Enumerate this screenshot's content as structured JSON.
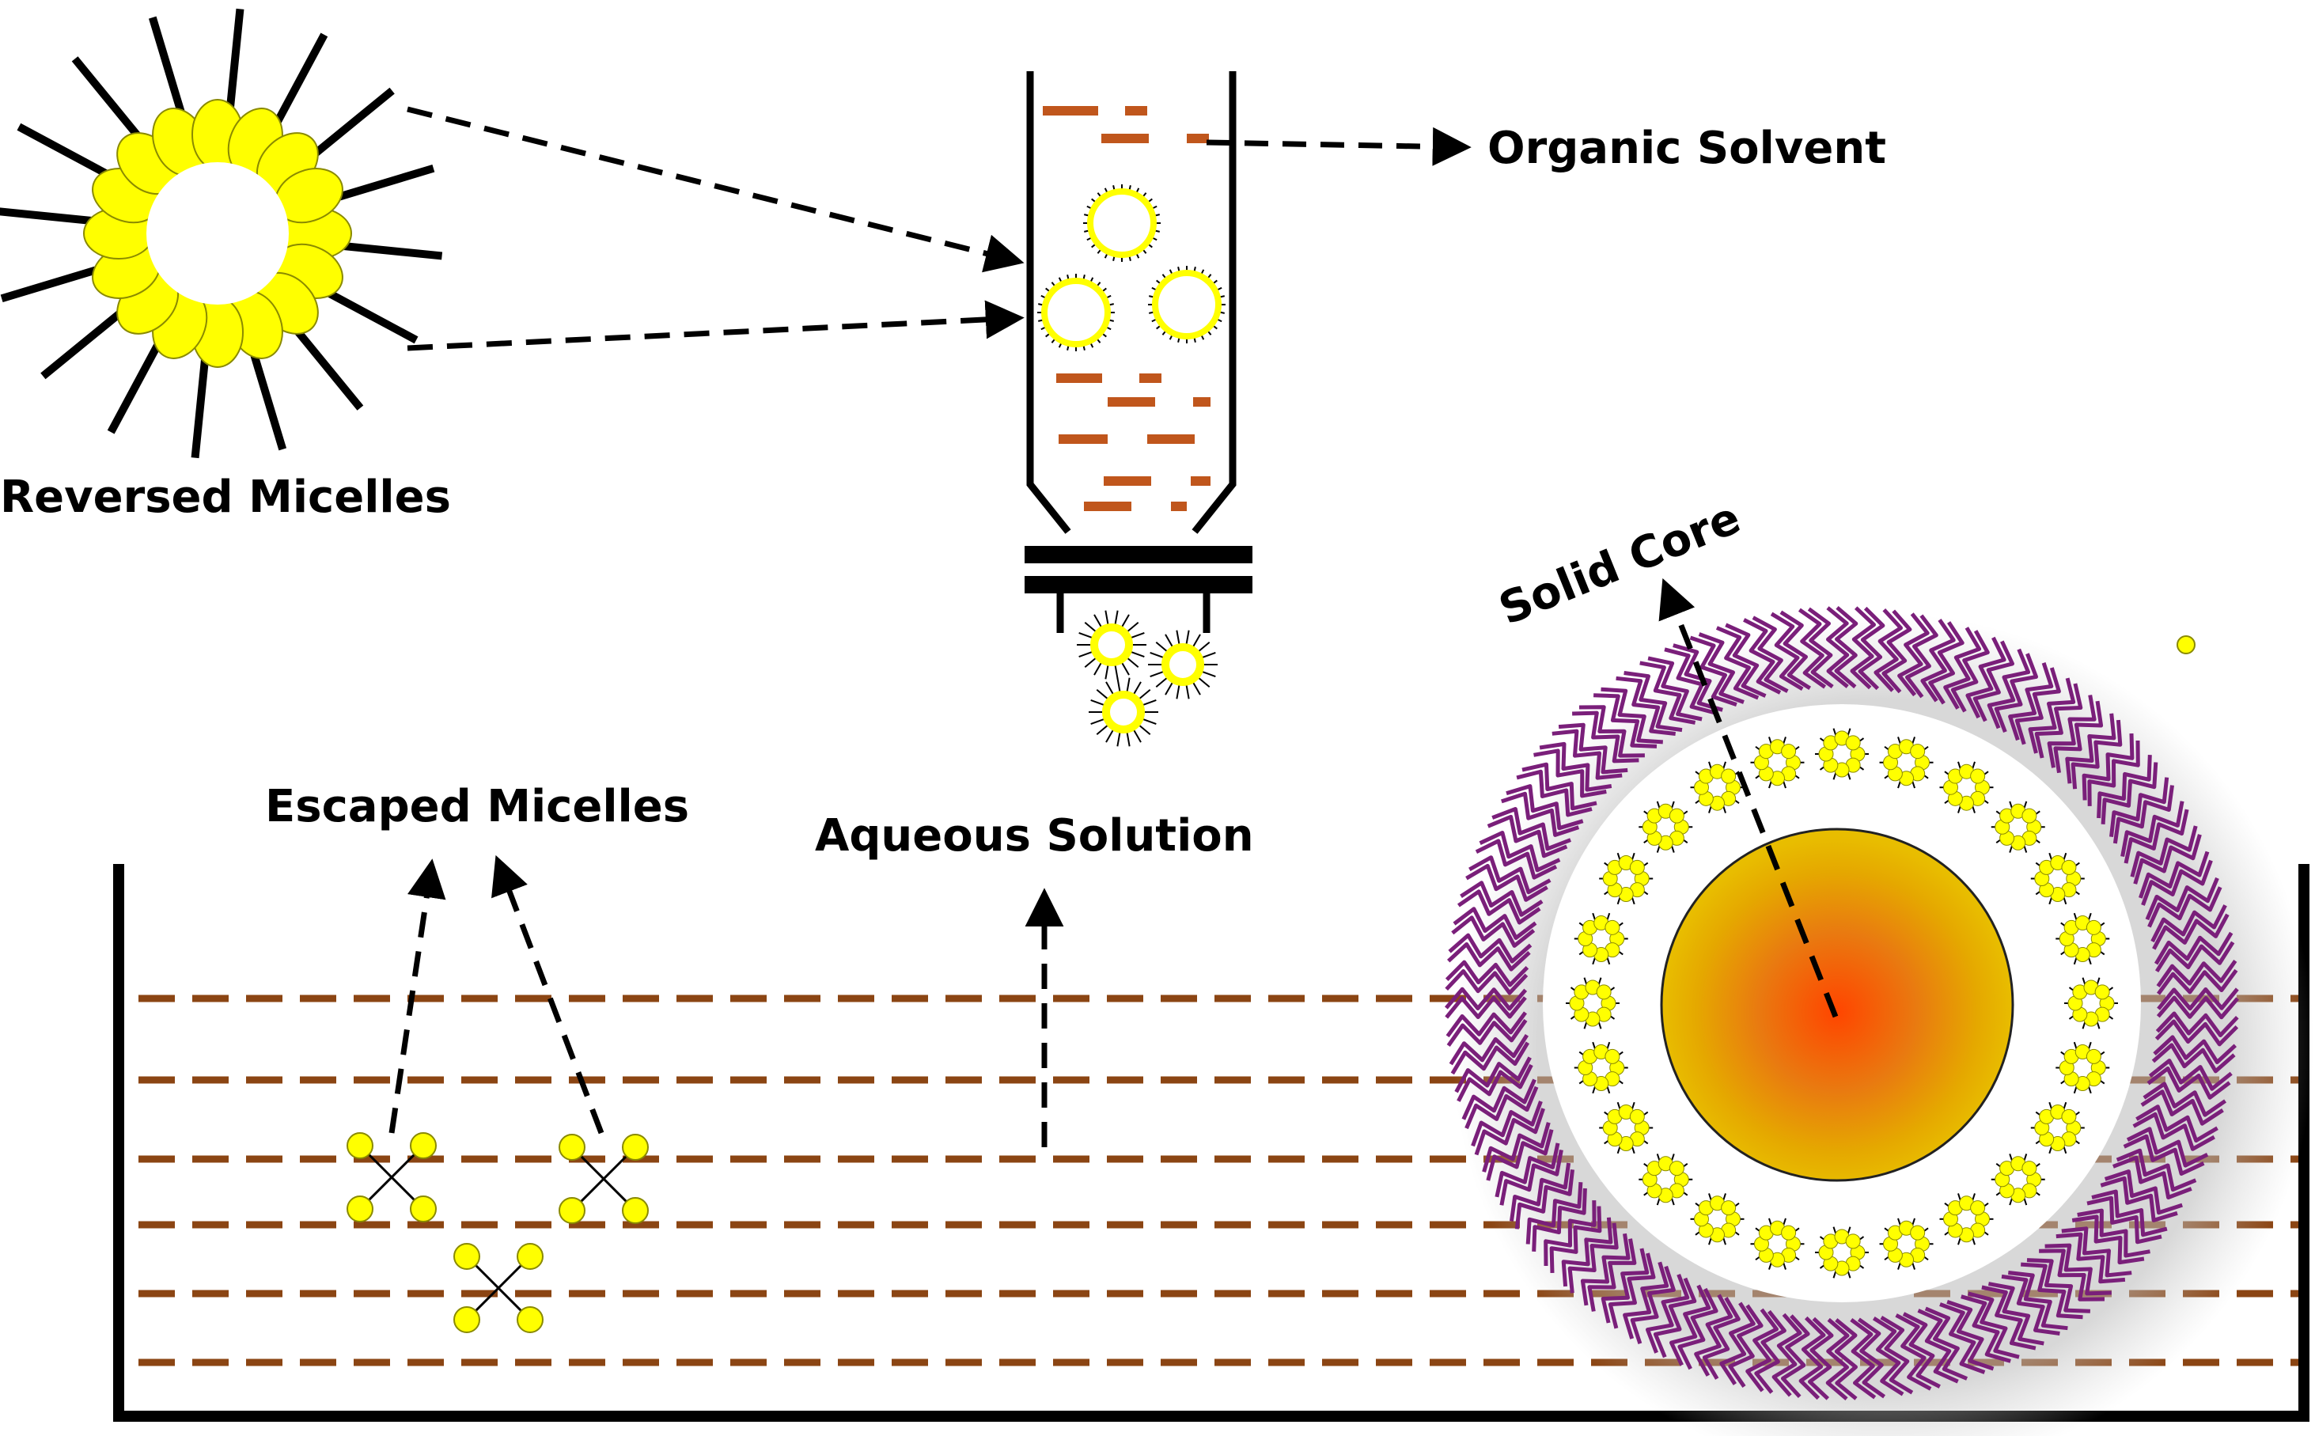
{
  "labels": {
    "reversed_micelles": "Reversed Micelles",
    "organic_solvent": "Organic Solvent",
    "solid_core": "Solid Core",
    "escaped_micelles": "Escaped Micelles",
    "aqueous_solution": "Aqueous Solution"
  },
  "colors": {
    "micelle_head": "#ffff00",
    "micelle_head_stroke": "#8a8a00",
    "solvent_dash": "#c0561c",
    "water_line": "#8b4513",
    "peg_chain": "#7a1f7a",
    "core_outer": "#e5b800",
    "core_inner": "#ff5a00",
    "line": "#000000"
  }
}
